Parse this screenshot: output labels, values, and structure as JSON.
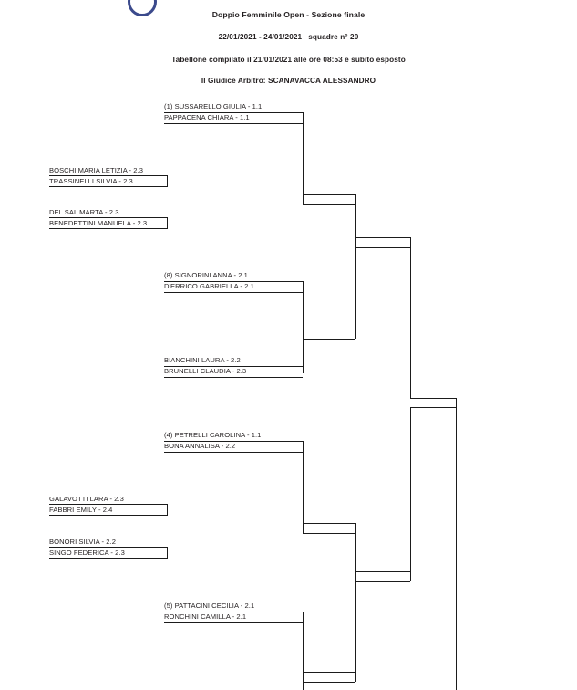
{
  "document": {
    "logo_icon": "federation-roundel-icon",
    "title": "Doppio Femminile Open - Sezione finale",
    "dates_and_teams": "22/01/2021 - 24/01/2021   squadre n° 20",
    "compiled_note": "Tabellone compilato il 21/01/2021 alle ore 08:53 e subito esposto",
    "referee": "Il Giudice Arbitro: SCANAVACCA ALESSANDRO"
  },
  "bracket": {
    "type": "single-elimination",
    "matches": [
      {
        "id": "r1-m1",
        "column": 1,
        "side": "right-column",
        "players": [
          {
            "seed": "1",
            "name": "(1) SUSSARELLO GIULIA - 1.1"
          },
          {
            "seed": "",
            "name": "PAPPACENA CHIARA - 1.1"
          }
        ]
      },
      {
        "id": "r1-m2",
        "column": 1,
        "side": "left-column",
        "players": [
          {
            "seed": "",
            "name": "BOSCHI MARIA LETIZIA - 2.3"
          },
          {
            "seed": "",
            "name": "TRASSINELLI SILVIA - 2.3"
          }
        ]
      },
      {
        "id": "r1-m3",
        "column": 1,
        "side": "left-column",
        "players": [
          {
            "seed": "",
            "name": "DEL SAL MARTA - 2.3"
          },
          {
            "seed": "",
            "name": "BENEDETTINI MANUELA - 2.3"
          }
        ]
      },
      {
        "id": "r1-m4",
        "column": 1,
        "side": "right-column",
        "players": [
          {
            "seed": "8",
            "name": "(8) SIGNORINI ANNA - 2.1"
          },
          {
            "seed": "",
            "name": "D'ERRICO GABRIELLA - 2.1"
          }
        ]
      },
      {
        "id": "r1-m5",
        "column": 1,
        "side": "right-column",
        "players": [
          {
            "seed": "",
            "name": "BIANCHINI LAURA - 2.2"
          },
          {
            "seed": "",
            "name": "BRUNELLI CLAUDIA - 2.3"
          }
        ]
      },
      {
        "id": "r1-m6",
        "column": 1,
        "side": "right-column",
        "players": [
          {
            "seed": "4",
            "name": "(4) PETRELLI CAROLINA - 1.1"
          },
          {
            "seed": "",
            "name": "BONA ANNALISA - 2.2"
          }
        ]
      },
      {
        "id": "r1-m7",
        "column": 1,
        "side": "left-column",
        "players": [
          {
            "seed": "",
            "name": "GALAVOTTI LARA - 2.3"
          },
          {
            "seed": "",
            "name": "FABBRI EMILY - 2.4"
          }
        ]
      },
      {
        "id": "r1-m8",
        "column": 1,
        "side": "left-column",
        "players": [
          {
            "seed": "",
            "name": "BONORI SILVIA - 2.2"
          },
          {
            "seed": "",
            "name": "SINGO FEDERICA - 2.3"
          }
        ]
      },
      {
        "id": "r1-m9",
        "column": 1,
        "side": "right-column",
        "players": [
          {
            "seed": "5",
            "name": "(5) PATTACINI CECILIA - 2.1"
          },
          {
            "seed": "",
            "name": "RONCHINI CAMILLA - 2.1"
          }
        ]
      }
    ],
    "advancing_slots_blank": true,
    "note": "later-round slots are drawn empty (winners not yet filled in)"
  }
}
